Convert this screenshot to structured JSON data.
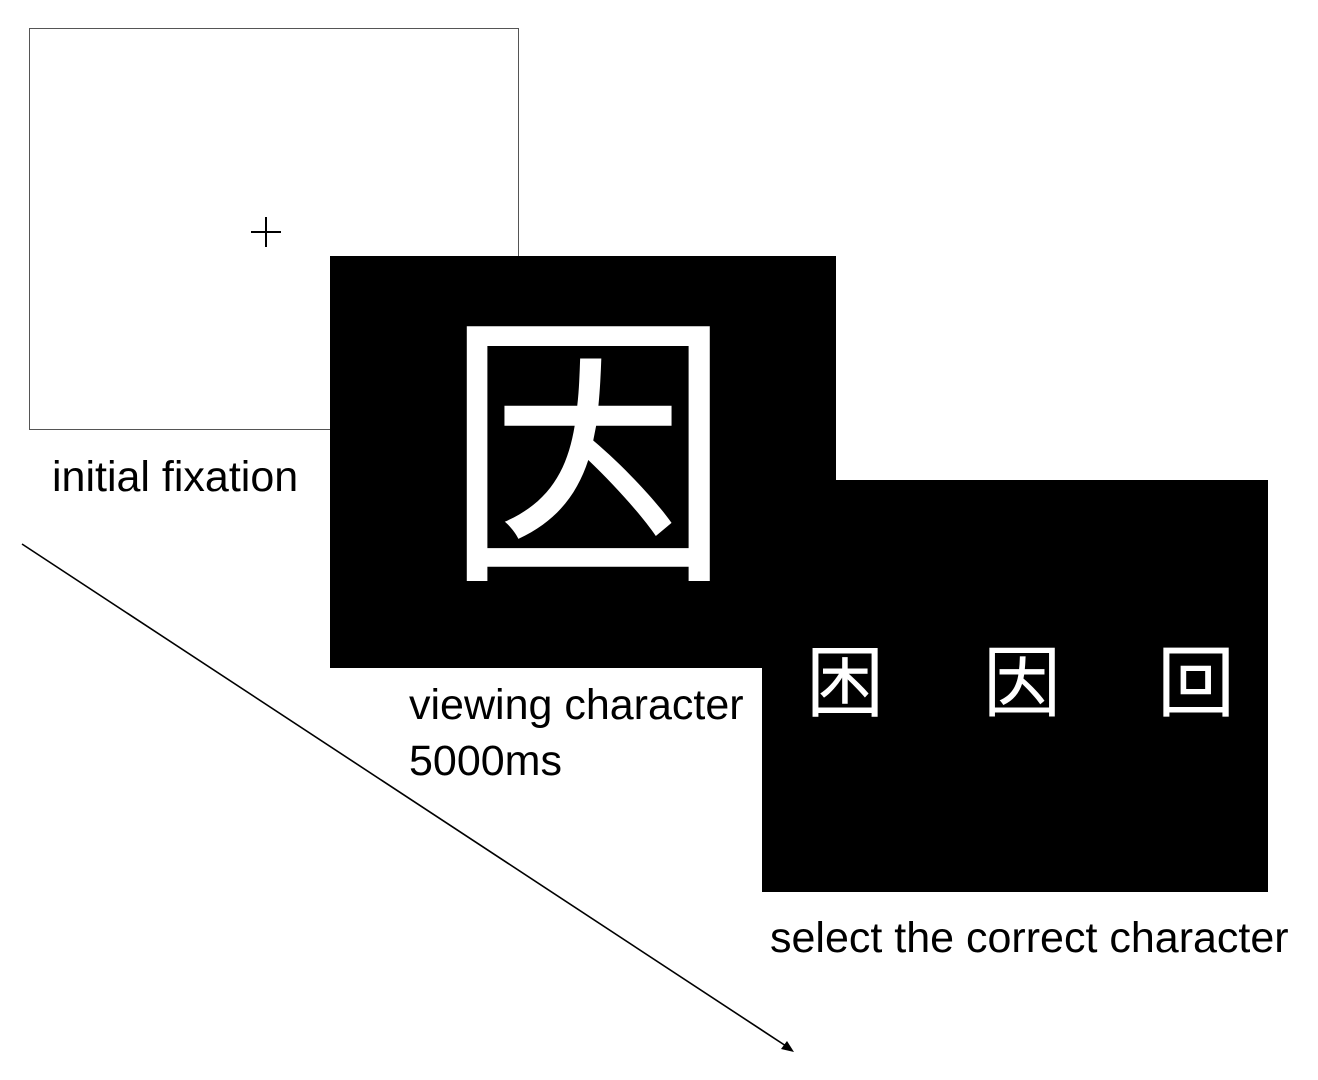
{
  "screens": {
    "fixation": {
      "icon": "fixation-cross-icon",
      "caption": "initial fixation"
    },
    "viewing": {
      "character": "因",
      "caption": "viewing character",
      "duration": "5000ms"
    },
    "select": {
      "options": [
        "困",
        "因",
        "回"
      ],
      "caption": "select the correct character"
    }
  },
  "arrow": {
    "icon": "time-arrow-icon"
  },
  "colors": {
    "background": "#ffffff",
    "stimulus_screen": "#000000",
    "glyph": "#ffffff",
    "text": "#000000"
  }
}
